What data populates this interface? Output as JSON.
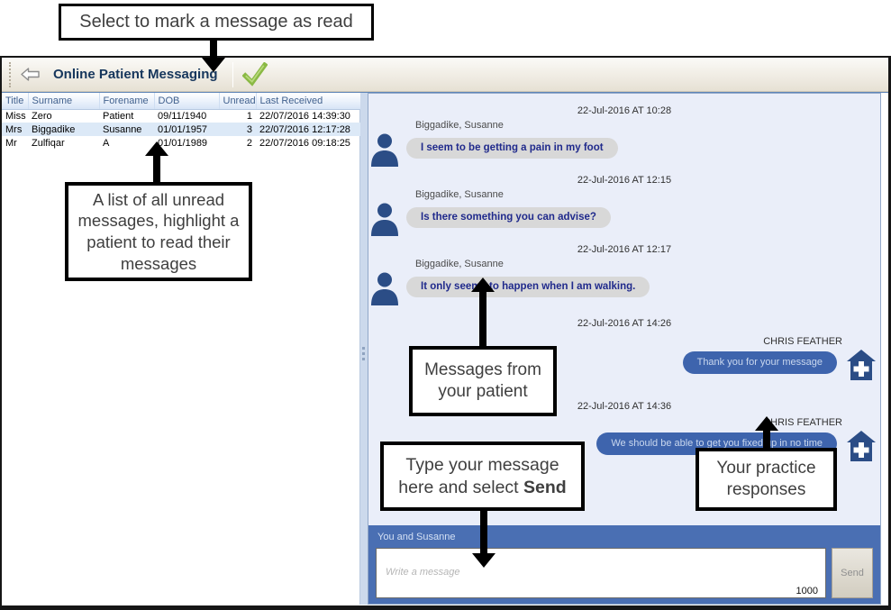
{
  "callouts": {
    "mark_read": "Select to mark a message as read",
    "unread_list": "A list of all unread messages, highlight a patient to read their messages",
    "patient_messages": "Messages from your patient",
    "type_message": "Type your message here and select ",
    "type_message_bold": "Send",
    "practice_responses": "Your practice responses"
  },
  "toolbar": {
    "title": "Online Patient Messaging",
    "icons": {
      "back": "back-arrow-icon",
      "mark_read": "green-checkmark-icon"
    }
  },
  "patient_table": {
    "columns": [
      "Title",
      "Surname",
      "Forename",
      "DOB",
      "Unread",
      "Last Received"
    ],
    "rows": [
      {
        "title": "Miss",
        "surname": "Zero",
        "forename": "Patient",
        "dob": "09/11/1940",
        "unread": "1",
        "last_received": "22/07/2016 14:39:30"
      },
      {
        "title": "Mrs",
        "surname": "Biggadike",
        "forename": "Susanne",
        "dob": "01/01/1957",
        "unread": "3",
        "last_received": "22/07/2016 12:17:28"
      },
      {
        "title": "Mr",
        "surname": "Zulfiqar",
        "forename": "A",
        "dob": "01/01/1989",
        "unread": "2",
        "last_received": "22/07/2016 09:18:25"
      }
    ],
    "selected_surname": "Biggadike"
  },
  "chat": {
    "events": [
      {
        "type": "timestamp",
        "text": "22-Jul-2016 AT 10:28"
      },
      {
        "type": "patient",
        "sender": "Biggadike, Susanne",
        "text": "I seem to be getting a pain in my foot"
      },
      {
        "type": "timestamp",
        "text": "22-Jul-2016 AT 12:15"
      },
      {
        "type": "patient",
        "sender": "Biggadike, Susanne",
        "text": "Is there something you can advise?"
      },
      {
        "type": "timestamp",
        "text": "22-Jul-2016 AT 12:17"
      },
      {
        "type": "patient",
        "sender": "Biggadike, Susanne",
        "text": "It only seems to happen when I am walking."
      },
      {
        "type": "timestamp",
        "text": "22-Jul-2016 AT 14:26"
      },
      {
        "type": "practice",
        "sender": "CHRIS FEATHER",
        "text": "Thank you for your message"
      },
      {
        "type": "timestamp",
        "text": "22-Jul-2016 AT 14:36"
      },
      {
        "type": "practice",
        "sender": "CHRIS FEATHER",
        "text": "We should be able to get you fixed up in no time"
      }
    ],
    "icons": {
      "patient_avatar": "person-silhouette-icon",
      "practice": "house-cross-icon"
    }
  },
  "composer": {
    "conversation_label": "You and Susanne",
    "placeholder": "Write a message",
    "char_count": "1000",
    "send_label": "Send"
  },
  "colors": {
    "navy_title": "#16365c",
    "check_green": "#8ab944",
    "chat_background": "#eaeef9",
    "patient_bubble": "#d8d8d8",
    "patient_text": "#202a8c",
    "practice_bubble": "#3e64ad",
    "footer_blue": "#4a6fb3",
    "selected_row": "#dce9f7"
  }
}
